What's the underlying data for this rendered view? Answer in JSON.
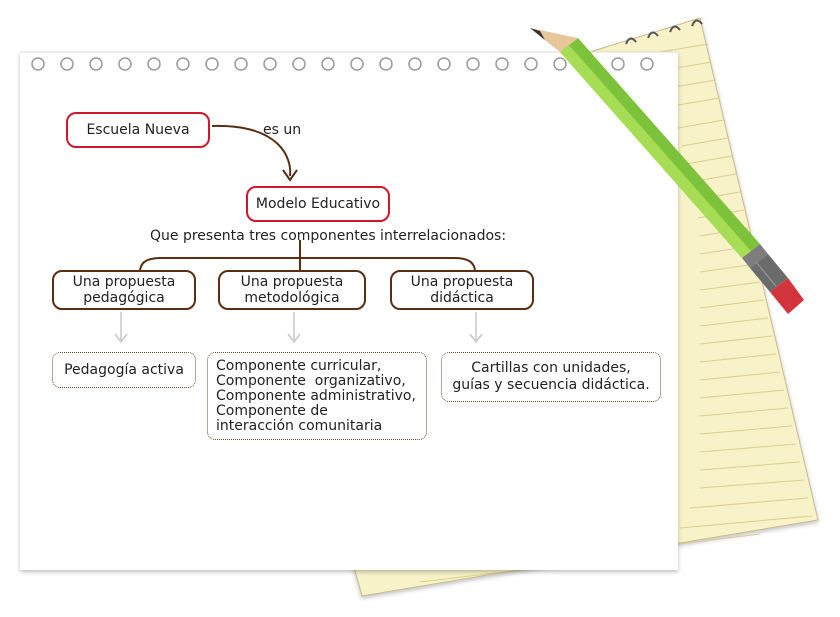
{
  "diagram": {
    "root": "Escuela Nueva",
    "relation": "es un",
    "model": "Modelo Educativo",
    "subtitle": "Que presenta tres componentes interrelacionados:",
    "components": [
      {
        "line1": "Una propuesta",
        "line2": "pedagógica"
      },
      {
        "line1": "Una propuesta",
        "line2": "metodológica"
      },
      {
        "line1": "Una propuesta",
        "line2": "didáctica"
      }
    ],
    "details": [
      {
        "lines": [
          "Pedagogía activa"
        ]
      },
      {
        "lines": [
          "Componente curricular,",
          "Componente  organizativo,",
          "Componente administrativo,",
          "Componente de",
          "interacción comunitaria"
        ]
      },
      {
        "lines": [
          "Cartillas con unidades,",
          "guías y secuencia didáctica."
        ]
      }
    ]
  },
  "colors": {
    "root_border": "#d0182c",
    "component_border": "#5a2e12",
    "connector": "#5a2e12",
    "notepad_paper": "#f7f2c8",
    "notepad_lines": "#d8c98a",
    "pencil_body": "#7cc23a"
  },
  "decor": [
    "notepad-icon",
    "pencil-icon",
    "spiral-binding-icon"
  ]
}
